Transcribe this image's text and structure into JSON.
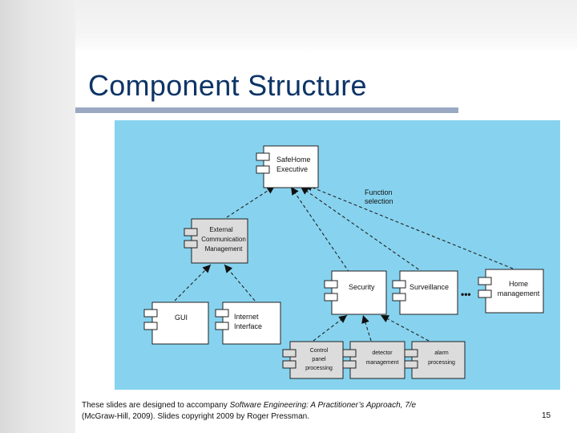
{
  "slide": {
    "title": "Component Structure",
    "page_number": "15",
    "footer": {
      "line1_prefix": "These slides are designed to accompany ",
      "line1_book": "Software Engineering: A Practitioner’s Approach, 7/e",
      "line2": "(McGraw-Hill, 2009). Slides copyright 2009 by Roger Pressman."
    }
  },
  "colors": {
    "diagram_background": "#87d3ef",
    "title": "#0d3466",
    "title_rule": "#9aa8c2"
  },
  "diagram": {
    "components": [
      {
        "id": "safehome-executive",
        "lines": [
          "SafeHome",
          "Executive"
        ],
        "style": "white"
      },
      {
        "id": "external-communication-management",
        "lines": [
          "External",
          "Communication",
          "Management"
        ],
        "style": "gray"
      },
      {
        "id": "gui",
        "lines": [
          "GUI"
        ],
        "style": "white"
      },
      {
        "id": "internet-interface",
        "lines": [
          "Internet",
          "Interface"
        ],
        "style": "white"
      },
      {
        "id": "security",
        "lines": [
          "Security"
        ],
        "style": "white"
      },
      {
        "id": "surveillance",
        "lines": [
          "Surveillance"
        ],
        "style": "white"
      },
      {
        "id": "home-management",
        "lines": [
          "Home",
          "management"
        ],
        "style": "white"
      },
      {
        "id": "control-panel-processing",
        "lines": [
          "Control",
          "panel",
          "processing"
        ],
        "style": "gray"
      },
      {
        "id": "detector-management",
        "lines": [
          "detector",
          "management"
        ],
        "style": "gray"
      },
      {
        "id": "alarm-processing",
        "lines": [
          "alarm",
          "processing"
        ],
        "style": "gray"
      }
    ],
    "annotation_lines": [
      "Function",
      "selection"
    ],
    "ellipsis": "•••"
  }
}
